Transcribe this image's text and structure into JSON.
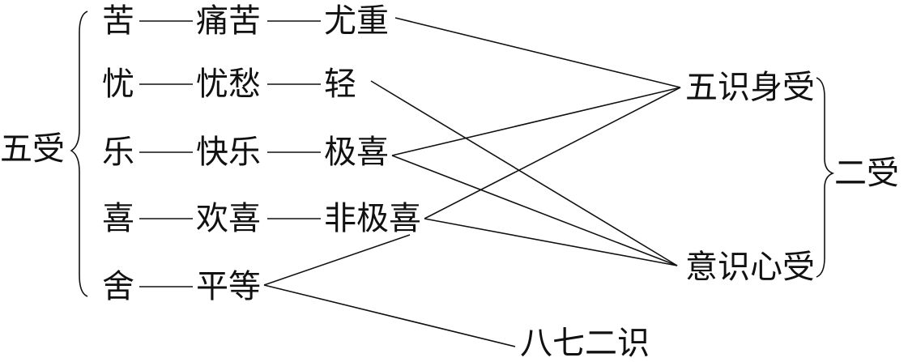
{
  "left_group": {
    "label": "五受"
  },
  "rows": [
    {
      "feeling": "苦",
      "experience": "痛苦",
      "degree": "尤重"
    },
    {
      "feeling": "忧",
      "experience": "忧愁",
      "degree": "轻"
    },
    {
      "feeling": "乐",
      "experience": "快乐",
      "degree": "极喜"
    },
    {
      "feeling": "喜",
      "experience": "欢喜",
      "degree": "非极喜"
    },
    {
      "feeling": "舍",
      "experience": "平等",
      "degree": ""
    }
  ],
  "right_group": {
    "label": "二受",
    "items": [
      {
        "label": "五识身受"
      },
      {
        "label": "意识心受"
      }
    ]
  },
  "bottom_node": {
    "label": "八七二识"
  },
  "colors": {
    "ink": "#111111",
    "background": "#ffffff"
  }
}
